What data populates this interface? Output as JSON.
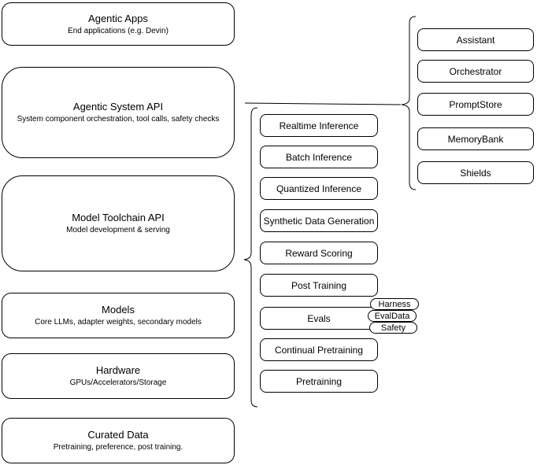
{
  "diagram": {
    "layers": [
      {
        "title": "Agentic Apps",
        "subtitle": "End applications (e.g. Devin)"
      },
      {
        "title": "Agentic System API",
        "subtitle": "System component orchestration, tool calls, safety checks"
      },
      {
        "title": "Model Toolchain API",
        "subtitle": "Model development & serving"
      },
      {
        "title": "Models",
        "subtitle": "Core LLMs, adapter weights, secondary models"
      },
      {
        "title": "Hardware",
        "subtitle": "GPUs/Accelerators/Storage"
      },
      {
        "title": "Curated Data",
        "subtitle": "Pretraining, preference, post training."
      }
    ],
    "toolchain_items": [
      "Realtime Inference",
      "Batch Inference",
      "Quantized Inference",
      "Synthetic Data Generation",
      "Reward Scoring",
      "Post Training",
      "Evals",
      "Continual Pretraining",
      "Pretraining"
    ],
    "eval_tags": [
      "Harness",
      "EvalData",
      "Safety"
    ],
    "system_components": [
      "Assistant",
      "Orchestrator",
      "PromptStore",
      "MemoryBank",
      "Shields"
    ],
    "colors": {
      "line": "#000000",
      "fill": "#ffffff",
      "text": "#000000"
    }
  }
}
